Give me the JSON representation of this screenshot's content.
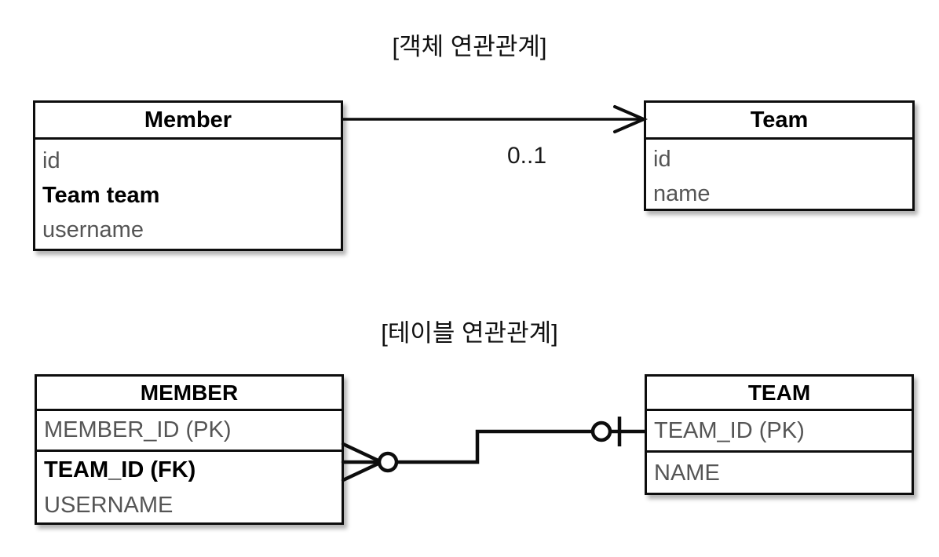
{
  "page": {
    "background": "#ffffff",
    "ink": "#0d0d0d",
    "muted_text": "#555555"
  },
  "object_section": {
    "title": "[객체 연관관계]",
    "entities": [
      {
        "name": "Member",
        "fields": [
          {
            "label": "id",
            "emphasis": "normal"
          },
          {
            "label": "Team team",
            "emphasis": "bold"
          },
          {
            "label": "username",
            "emphasis": "normal"
          }
        ]
      },
      {
        "name": "Team",
        "fields": [
          {
            "label": "id",
            "emphasis": "normal"
          },
          {
            "label": "name",
            "emphasis": "normal"
          }
        ]
      }
    ],
    "association": {
      "from": "Member",
      "to": "Team",
      "direction": "unidirectional",
      "arrow_style": "open-arrow",
      "multiplicity_label": "0..1"
    }
  },
  "table_section": {
    "title": "[테이블 연관관계]",
    "tables": [
      {
        "name": "MEMBER",
        "primary_key": {
          "label": "MEMBER_ID (PK)",
          "emphasis": "normal"
        },
        "columns": [
          {
            "label": "TEAM_ID (FK)",
            "emphasis": "bold"
          },
          {
            "label": "USERNAME",
            "emphasis": "normal"
          }
        ]
      },
      {
        "name": "TEAM",
        "primary_key": {
          "label": "TEAM_ID (PK)",
          "emphasis": "normal"
        },
        "columns": [
          {
            "label": "NAME",
            "emphasis": "normal"
          }
        ]
      }
    ],
    "relationship": {
      "from": "MEMBER",
      "to": "TEAM",
      "from_cardinality": "zero-or-many",
      "to_cardinality": "zero-or-one",
      "notation": "crows-foot",
      "line_style": "orthogonal-step"
    }
  }
}
